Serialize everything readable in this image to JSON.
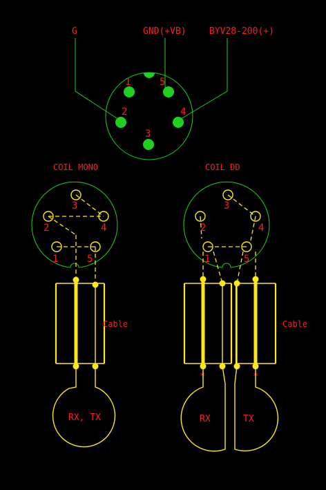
{
  "top_connector": {
    "labels": {
      "g": "G",
      "gnd": "GND(+VB)",
      "diode": "BYV28-200(+)"
    },
    "pins": [
      "1",
      "2",
      "3",
      "4",
      "5"
    ]
  },
  "coil_mono": {
    "title": "COIL MONO",
    "pins": [
      "1",
      "2",
      "3",
      "4",
      "5"
    ],
    "cable_label": "Cable",
    "coil_label": "RX, TX"
  },
  "coil_dd": {
    "title": "COIL DD",
    "pins": [
      "1",
      "2",
      "3",
      "4",
      "5"
    ],
    "cable_label": "Cable",
    "rx_label": "RX",
    "tx_label": "TX",
    "marker": "*"
  },
  "colors": {
    "background": "#000000",
    "connector": "#1fd01f",
    "wiring": "#ffe81a",
    "text": "#ff1e1e"
  }
}
